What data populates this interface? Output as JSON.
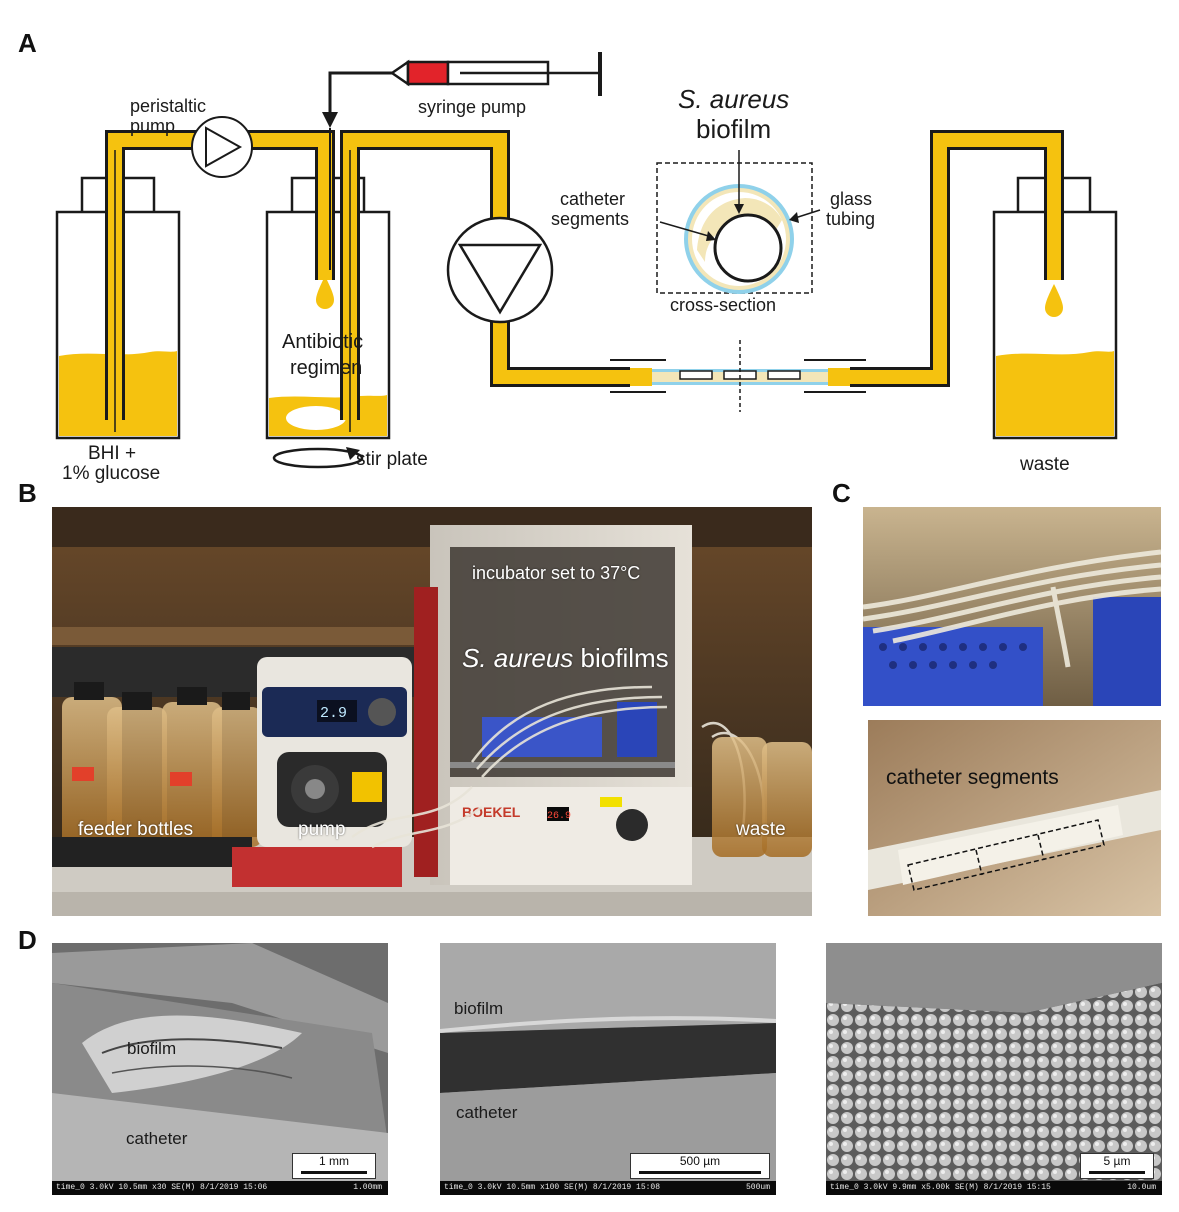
{
  "panels": {
    "a": "A",
    "b": "B",
    "c": "C",
    "d": "D"
  },
  "panel_a": {
    "peristaltic_pump_1": "peristaltic",
    "peristaltic_pump_2": "pump",
    "syringe_pump": "syringe pump",
    "organism": "S. aureus",
    "biofilm": "biofilm",
    "catheter_1": "catheter",
    "catheter_2": "segments",
    "glass_1": "glass",
    "glass_2": "tubing",
    "cross_section": "cross-section",
    "antibiotic_1": "Antibiotic",
    "antibiotic_2": "regimen",
    "bhi_1": "BHI +",
    "bhi_2": "1% glucose",
    "stir_plate": "stir plate",
    "waste": "waste"
  },
  "panel_b": {
    "incubator": "incubator set to 37°C",
    "biofilms_italic": "S. aureus",
    "biofilms_rest": " biofilms",
    "feeder": "feeder bottles",
    "pump": "pump",
    "waste": "waste",
    "pump_display": "2.9",
    "incubator_display": "26.9",
    "brand": "BOEKEL"
  },
  "panel_c": {
    "segments": "catheter segments"
  },
  "panel_d": {
    "sem1": {
      "biofilm": "biofilm",
      "catheter": "catheter",
      "scale": "1 mm",
      "info": "time_0 3.0kV 10.5mm x30 SE(M) 8/1/2019 15:06",
      "right": "1.00mm"
    },
    "sem2": {
      "biofilm": "biofilm",
      "catheter": "catheter",
      "scale": "500 µm",
      "info": "time_0 3.0kV 10.5mm x100 SE(M) 8/1/2019 15:08",
      "right": "500um"
    },
    "sem3": {
      "scale": "5 µm",
      "info": "time_0 3.0kV 9.9mm x5.00k SE(M) 8/1/2019 15:15",
      "right": "10.0um"
    }
  },
  "colors": {
    "medium": "#f5c20f",
    "tubing_border": "#1a1a1a",
    "glass": "#8fd1ea",
    "biofilm": "#f3e6b8",
    "syringe_red": "#e2232a"
  }
}
